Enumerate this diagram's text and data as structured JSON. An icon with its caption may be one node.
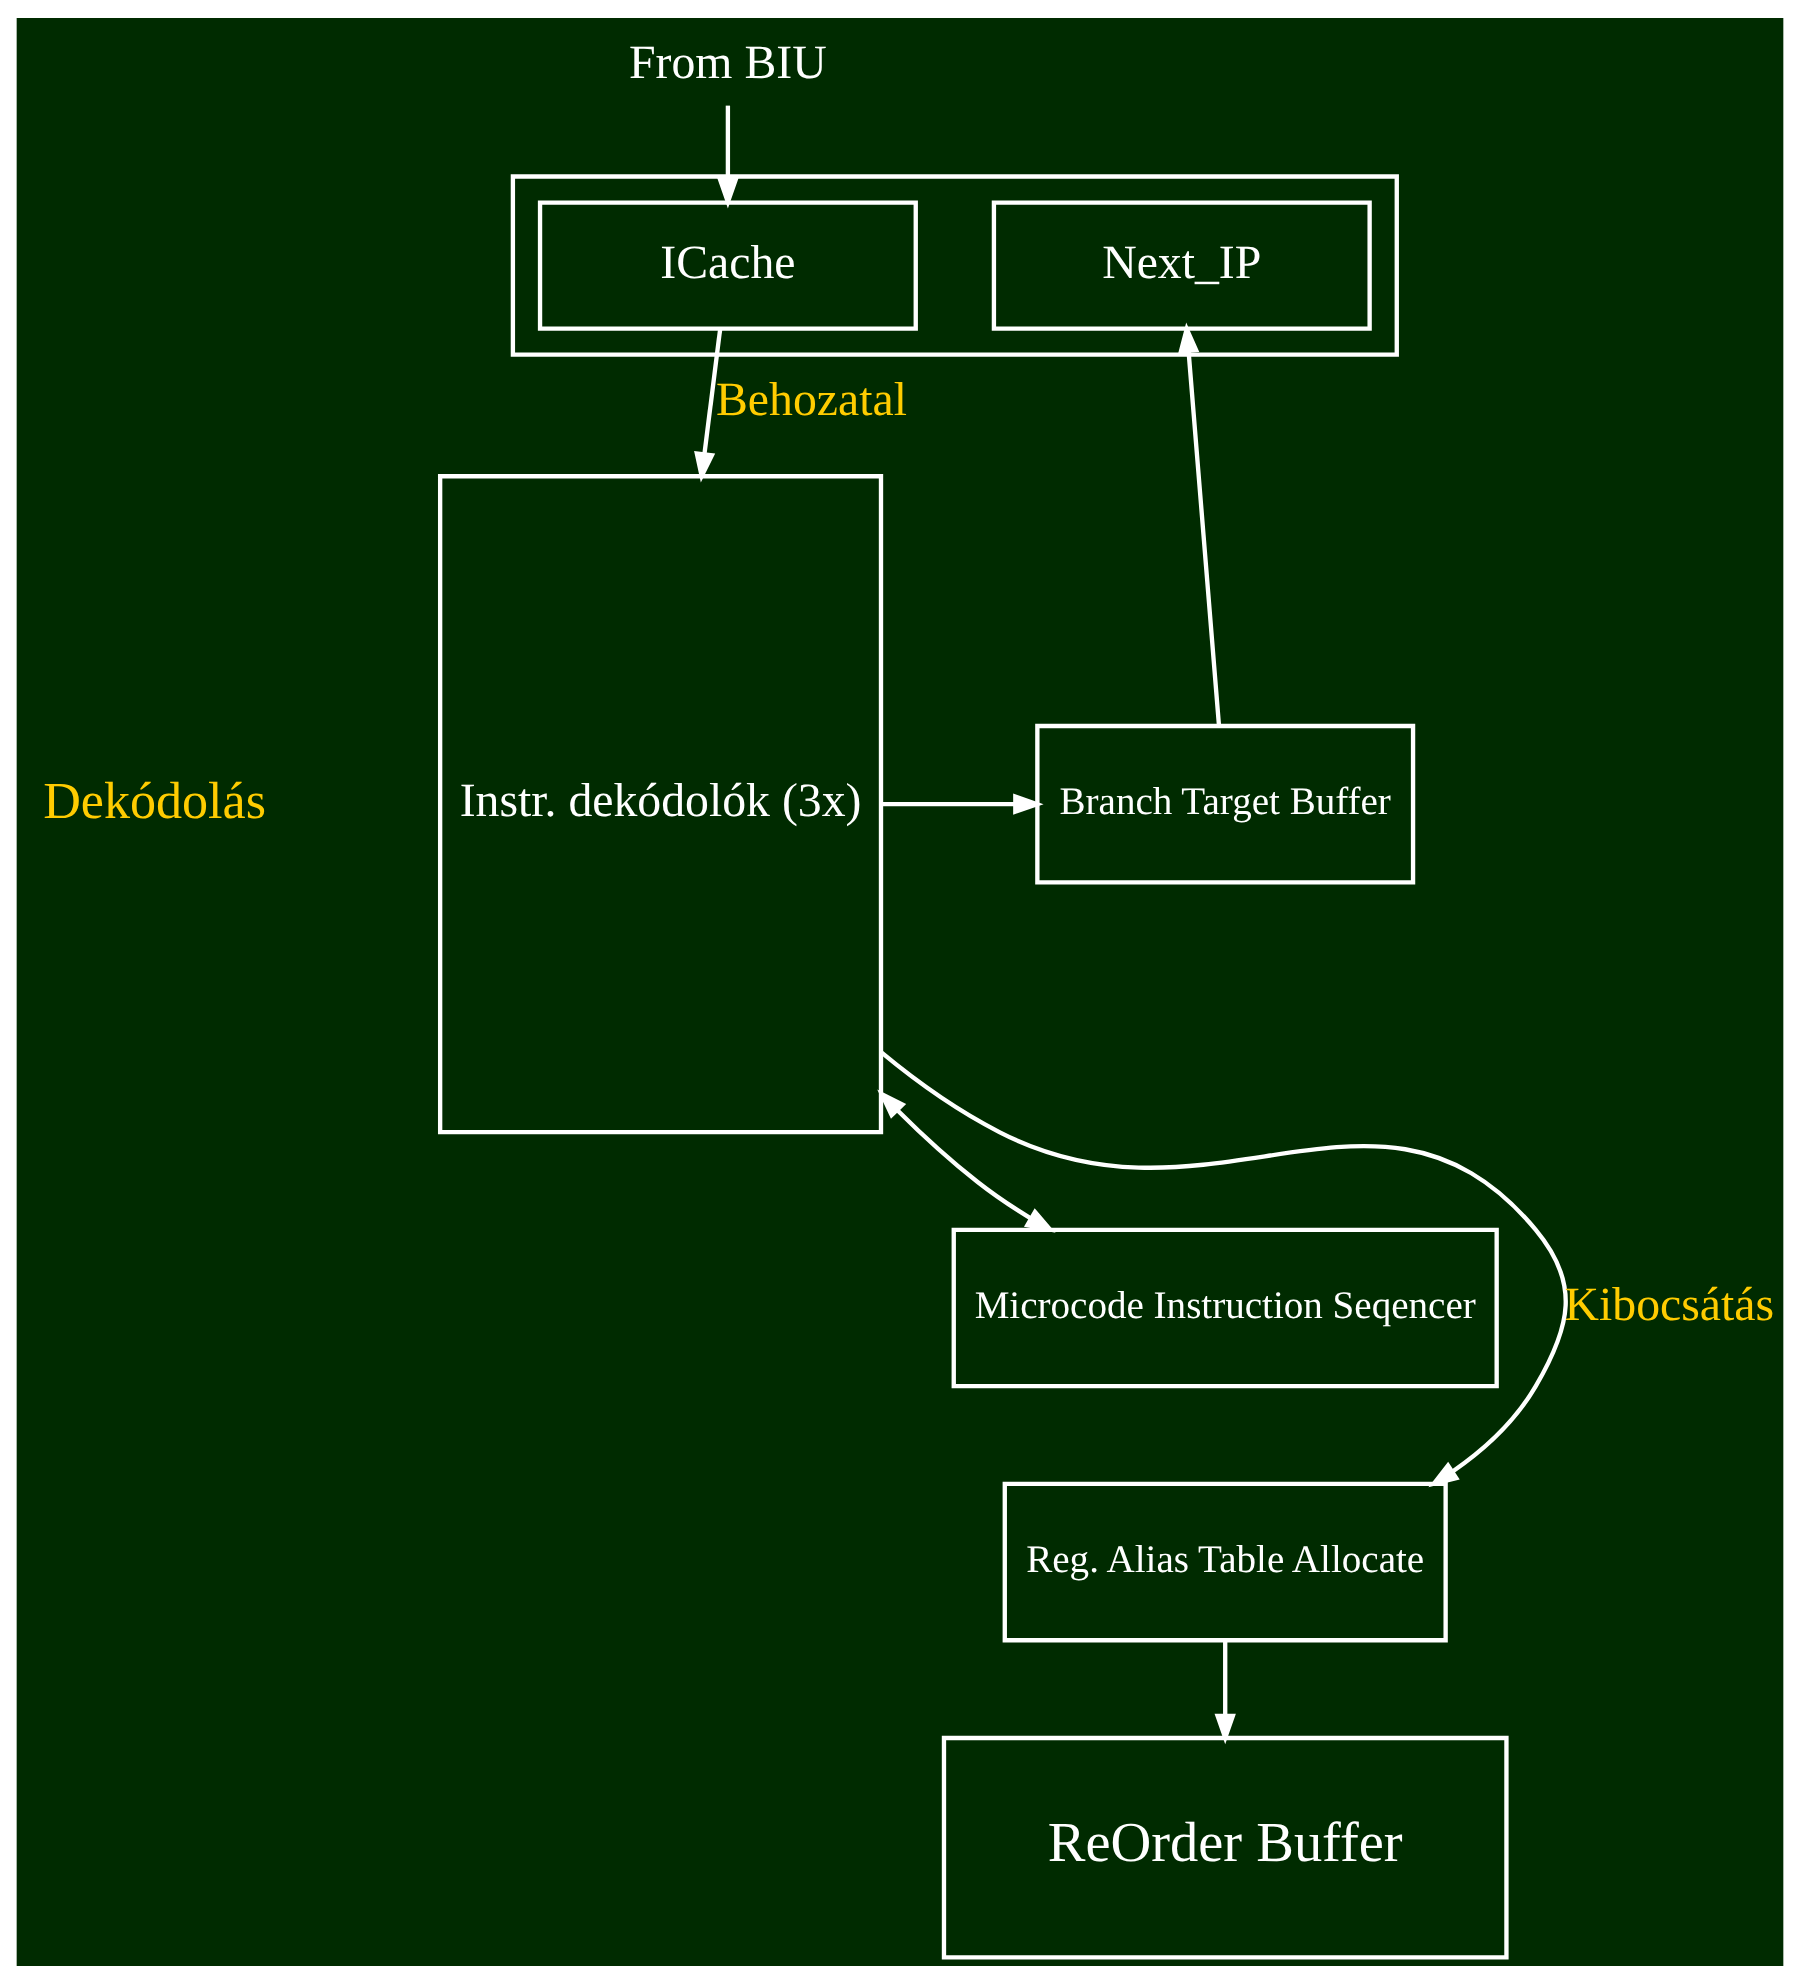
{
  "diagram": {
    "nodes": [
      {
        "text": [
          "From BIU"
        ]
      },
      {
        "text": [],
        "shape": "box"
      },
      {
        "text": [
          "ICache"
        ],
        "in": 1
      },
      {
        "text": [
          "Next_IP"
        ],
        "in": 1
      },
      {
        "text": [
          "Instr. dekódolók (3x)"
        ]
      },
      {
        "text": [
          "Branch Target Buffer"
        ]
      },
      {
        "text": [
          "Microcode Instruction Seqencer"
        ]
      },
      {
        "text": [
          "Reg. Alias Table Allocate"
        ]
      },
      {
        "text": [
          "ReOrder Buffer"
        ]
      }
    ],
    "edges": [
      {
        "from": 0,
        "to": 2,
        "arrow": "to"
      },
      {
        "from": 2,
        "to": 4,
        "arrow": "to",
        "label": "Behozatal"
      },
      {
        "from": 4,
        "to": 5,
        "arrow": "to"
      },
      {
        "from": 4,
        "to": 6,
        "arrow": "both"
      },
      {
        "from": 4,
        "to": 7,
        "arrow": "to",
        "label": "Kibocsátás"
      },
      {
        "from": 5,
        "to": 3,
        "arrow": "to"
      },
      {
        "from": 7,
        "to": 8,
        "arrow": "to"
      }
    ],
    "labels": [
      "Dekódolás"
    ]
  }
}
